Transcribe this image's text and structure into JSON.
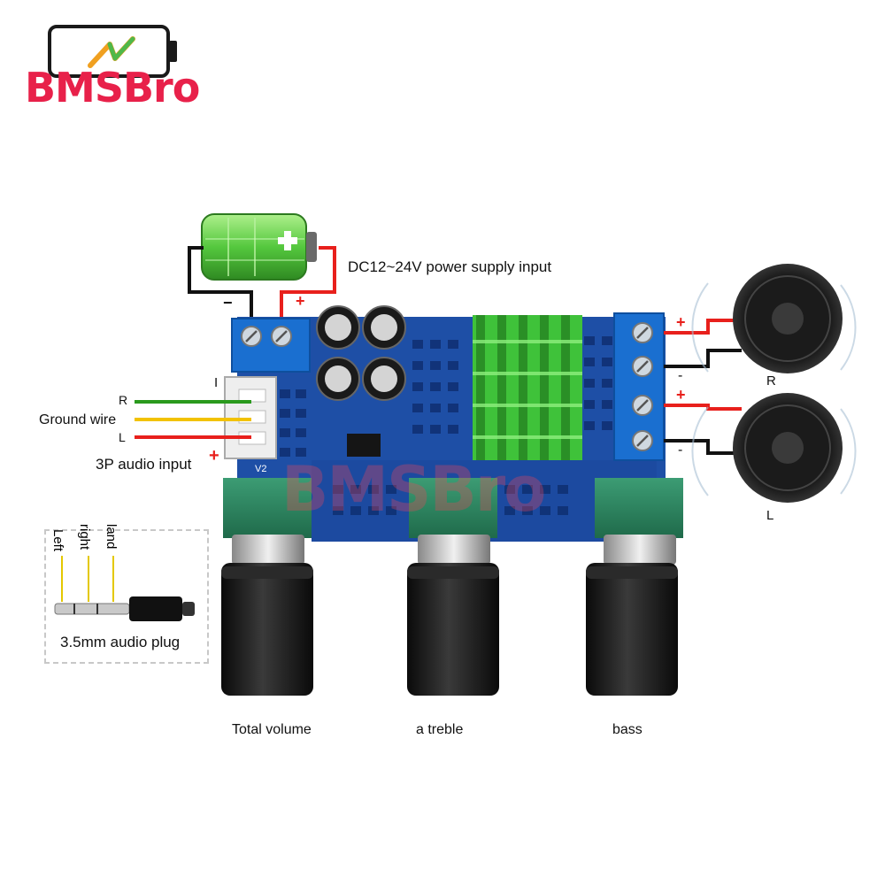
{
  "brand": {
    "name": "BMSBro",
    "color": "#e8214a"
  },
  "power": {
    "label": "DC12~24V power supply input",
    "minus": "−",
    "plus": "+"
  },
  "audio_input": {
    "r": "R",
    "ground": "Ground wire",
    "l": "L",
    "pin_one": "I",
    "caption": "3P audio input",
    "plus": "+"
  },
  "board": {
    "version": "V2",
    "watermark": "BMSBro"
  },
  "plug": {
    "left": "Left",
    "right": "right",
    "land": "land",
    "caption": "3.5mm audio plug"
  },
  "speakers": {
    "right": {
      "label": "R",
      "plus": "+",
      "minus": "-"
    },
    "left": {
      "label": "L",
      "plus": "+",
      "minus": "-"
    }
  },
  "knobs": {
    "volume": "Total volume",
    "treble": "a treble",
    "bass": "bass"
  },
  "colors": {
    "pcb": "#1e4fa6",
    "terminal": "#1a6fd0",
    "heatsink": "#3fc23a",
    "pot": "#2f8a63",
    "battery": "#5dd346",
    "wire_red": "#e8201c",
    "wire_green": "#2a9a1d",
    "wire_yellow": "#f2c200"
  }
}
